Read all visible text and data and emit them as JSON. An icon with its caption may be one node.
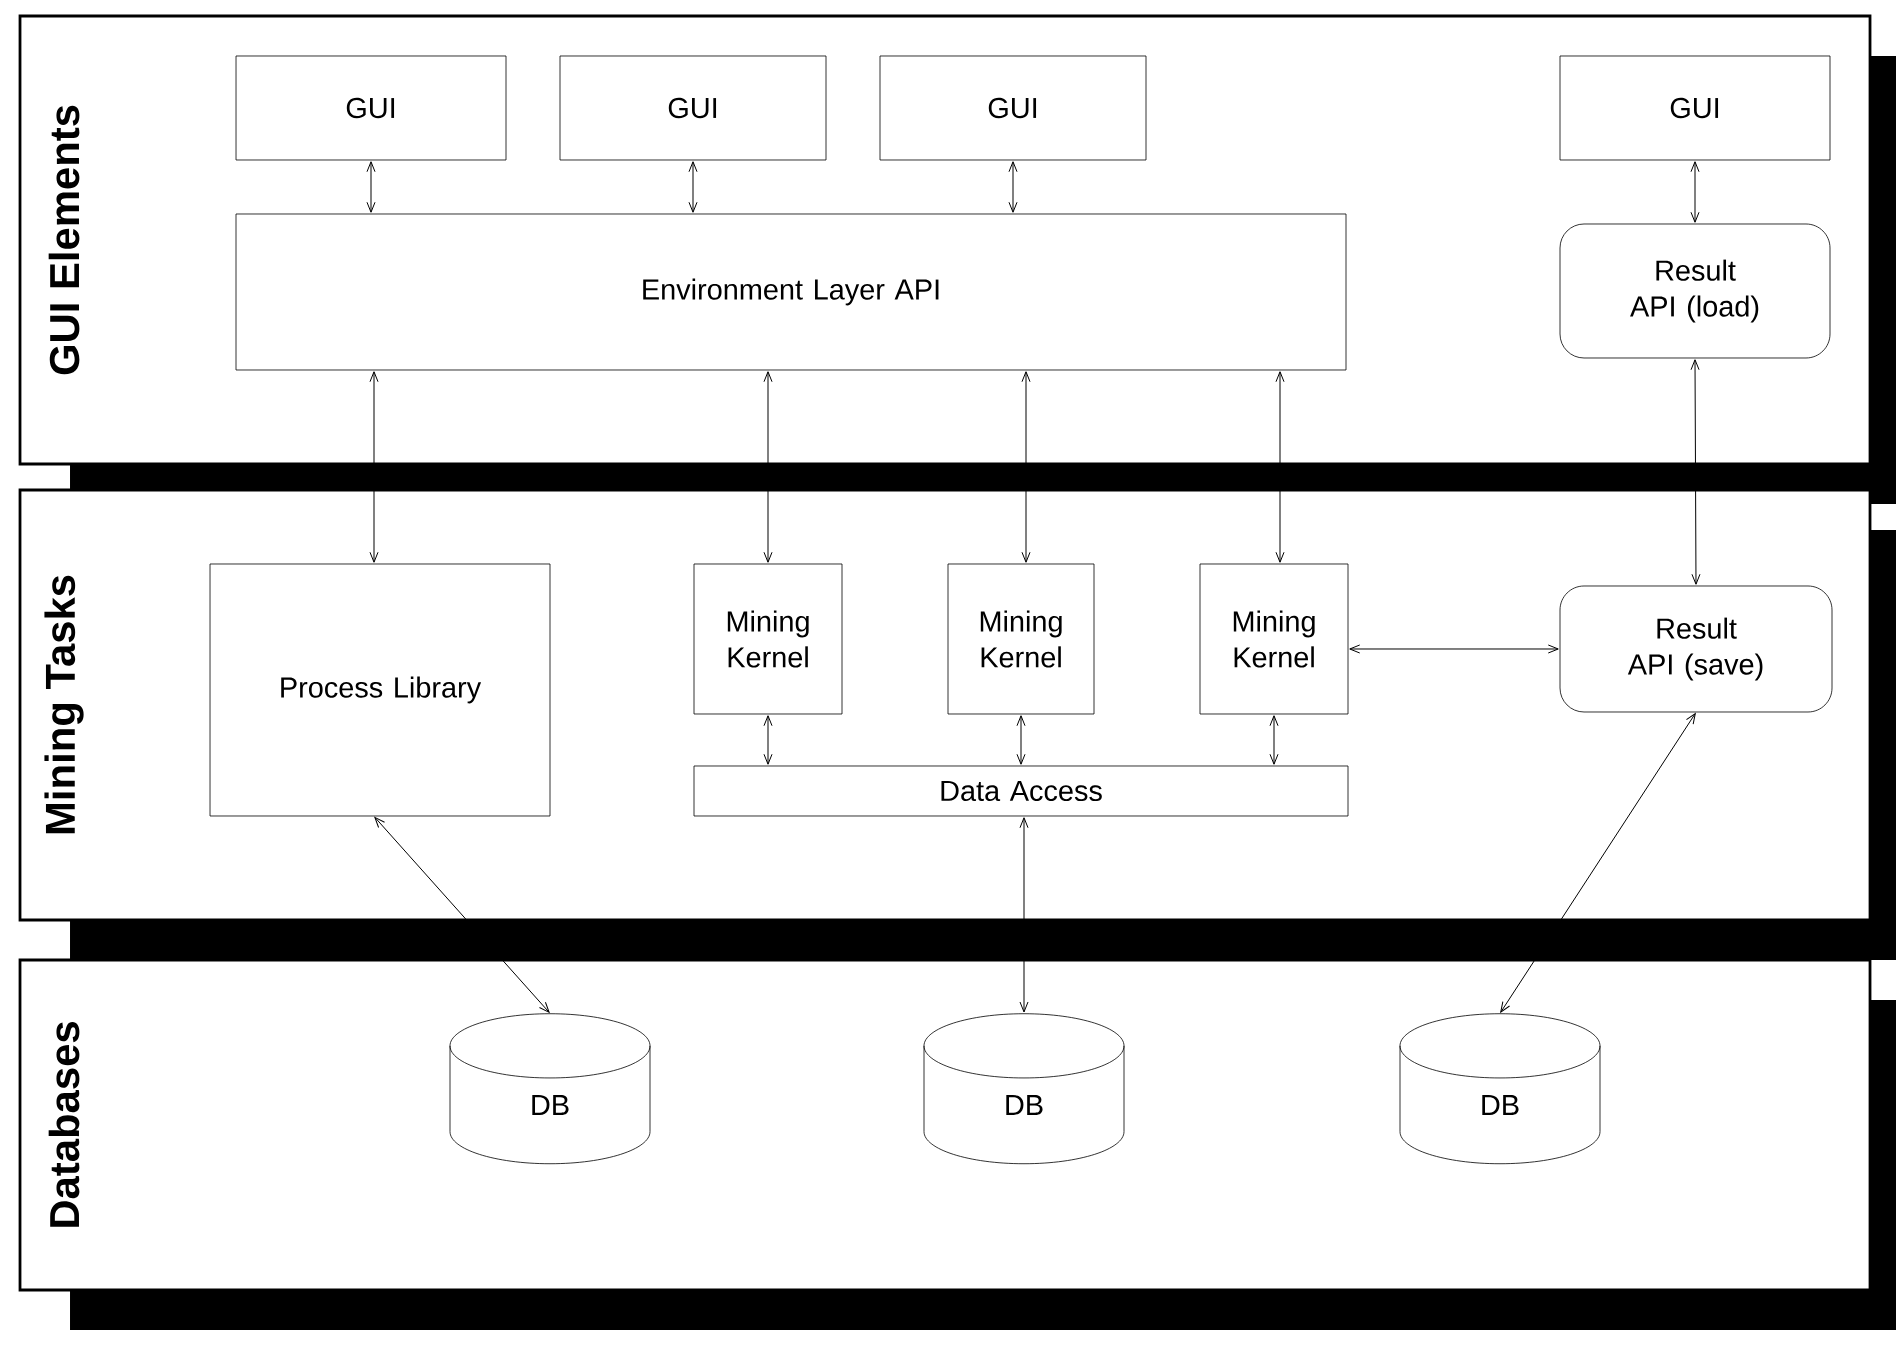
{
  "diagram": {
    "nodes": [
      {
        "text": [
          "GUI Elements"
        ]
      },
      {
        "text": [
          "GUI"
        ],
        "in": 0
      },
      {
        "text": [
          "GUI"
        ],
        "in": 0
      },
      {
        "text": [
          "GUI"
        ],
        "in": 0
      },
      {
        "text": [
          "GUI"
        ],
        "in": 0
      },
      {
        "text": [
          "Environment Layer API"
        ],
        "in": 0
      },
      {
        "text": [
          "Result API (load)"
        ],
        "in": 0
      },
      {
        "text": [
          "Mining Tasks"
        ]
      },
      {
        "text": [
          "Process Library"
        ],
        "in": 7
      },
      {
        "text": [
          "Mining Kernel"
        ],
        "in": 7
      },
      {
        "text": [
          "Mining Kernel"
        ],
        "in": 7
      },
      {
        "text": [
          "Mining Kernel"
        ],
        "in": 7
      },
      {
        "text": [
          "Result API (save)"
        ],
        "in": 7
      },
      {
        "text": [
          "Data Access"
        ],
        "in": 7
      },
      {
        "text": [
          "Databases"
        ]
      },
      {
        "text": [
          "DB"
        ],
        "in": 14
      },
      {
        "text": [
          "DB"
        ],
        "in": 14
      },
      {
        "text": [
          "DB"
        ],
        "in": 14
      }
    ],
    "edges": [
      {
        "from": 1,
        "to": 5,
        "arrow": "both"
      },
      {
        "from": 2,
        "to": 5,
        "arrow": "both"
      },
      {
        "from": 3,
        "to": 5,
        "arrow": "both"
      },
      {
        "from": 4,
        "to": 6,
        "arrow": "both"
      },
      {
        "from": 5,
        "to": 8,
        "arrow": "both"
      },
      {
        "from": 5,
        "to": 9,
        "arrow": "both"
      },
      {
        "from": 5,
        "to": 10,
        "arrow": "both"
      },
      {
        "from": 5,
        "to": 11,
        "arrow": "both"
      },
      {
        "from": 6,
        "to": 12,
        "arrow": "both"
      },
      {
        "from": 11,
        "to": 12,
        "arrow": "both"
      },
      {
        "from": 9,
        "to": 13,
        "arrow": "both"
      },
      {
        "from": 10,
        "to": 13,
        "arrow": "both"
      },
      {
        "from": 11,
        "to": 13,
        "arrow": "both"
      },
      {
        "from": 8,
        "to": 15,
        "arrow": "both"
      },
      {
        "from": 13,
        "to": 16,
        "arrow": "both"
      },
      {
        "from": 12,
        "to": 17,
        "arrow": "both"
      }
    ]
  }
}
